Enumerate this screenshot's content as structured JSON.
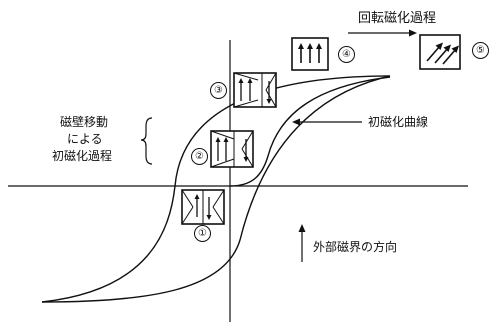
{
  "labels": {
    "rotation_process": "回転磁化過程",
    "initial_curve": "初磁化曲線",
    "wall_motion_line1": "磁壁移動",
    "wall_motion_line2": "による",
    "wall_motion_line3": "初磁化過程",
    "field_direction": "外部磁界の方向"
  },
  "markers": [
    "①",
    "②",
    "③",
    "④",
    "⑤"
  ]
}
